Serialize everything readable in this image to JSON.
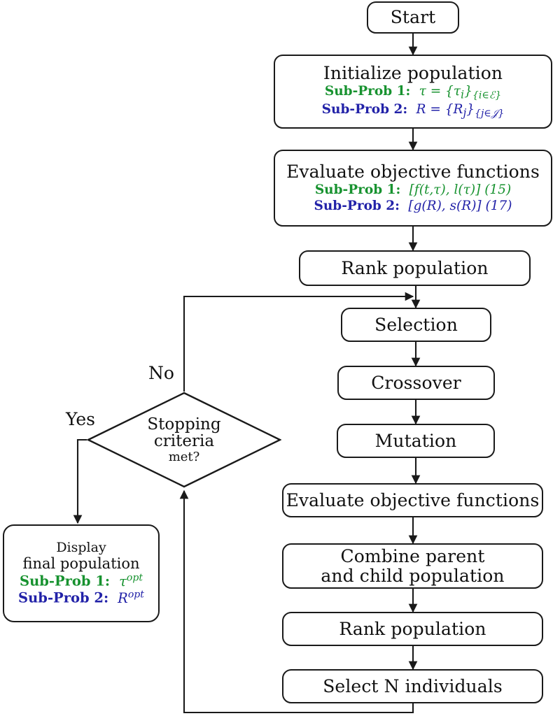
{
  "diagram": {
    "type": "flowchart",
    "title": "NSGA-II style genetic algorithm flowchart for two sub-problems",
    "colors": {
      "stroke": "#1a1a1a",
      "background": "#ffffff",
      "text": "#111111",
      "sub_problem_1": "#17922f",
      "sub_problem_2": "#2222a8"
    }
  },
  "nodes": {
    "start": {
      "label": "Start"
    },
    "initialize": {
      "title": "Initialize population",
      "sub1": "Sub-Prob 1: τ = {τi}{i∈I}",
      "sub1_prefix": "Sub-Prob 1:",
      "sub1_math": "τ = {τi}{i∈I}",
      "sub2_prefix": "Sub-Prob 2:",
      "sub2_math": "R = {Rj}{j∈J}"
    },
    "evaluate_top": {
      "title": "Evaluate objective functions",
      "sub1_prefix": "Sub-Prob 1:",
      "sub1_math": "[f(t,τ), l(τ)] (15)",
      "sub2_prefix": "Sub-Prob 2:",
      "sub2_math": "[g(R), s(R)] (17)"
    },
    "rank_top": {
      "label": "Rank population"
    },
    "selection": {
      "label": "Selection"
    },
    "crossover": {
      "label": "Crossover"
    },
    "mutation": {
      "label": "Mutation"
    },
    "evaluate_bottom": {
      "label": "Evaluate objective functions"
    },
    "combine": {
      "line1": "Combine parent",
      "line2": "and child population"
    },
    "rank_bottom": {
      "label": "Rank population"
    },
    "select_n": {
      "label": "Select N individuals"
    },
    "decision": {
      "line1": "Stopping",
      "line2": "criteria",
      "line3": "met?"
    },
    "display": {
      "line1": "Display",
      "line2": "final population",
      "sub1_prefix": "Sub-Prob 1:",
      "sub1_math": "τopt",
      "sub2_prefix": "Sub-Prob 2:",
      "sub2_math": "Ropt"
    }
  },
  "edge_labels": {
    "no": "No",
    "yes": "Yes"
  }
}
